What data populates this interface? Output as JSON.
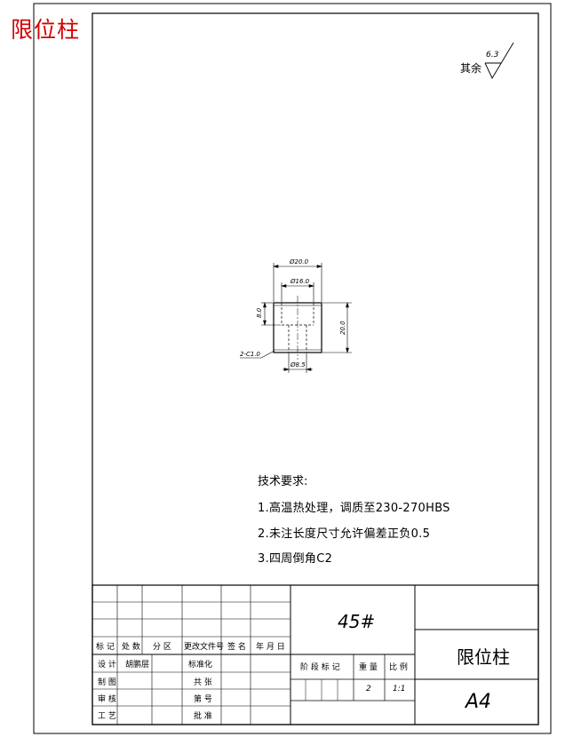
{
  "header": {
    "part_name_red": "限位柱"
  },
  "surface_finish": {
    "label": "其余",
    "value": "6.3"
  },
  "drawing": {
    "dims": {
      "outer_dia": "Ø20.0",
      "counterbore_dia": "Ø16.0",
      "counterbore_depth": "8.0",
      "height": "20.0",
      "chamfer": "2-C1.0",
      "hole_dia": "Ø8.5"
    }
  },
  "tech_requirements": {
    "title": "技术要求:",
    "items": [
      "1.高温热处理，调质至230-270HBS",
      "2.未注长度尺寸允许偏差正负0.5",
      "3.四周倒角C2"
    ]
  },
  "title_block": {
    "material": "45#",
    "part_name": "限位柱",
    "format": "A4",
    "labels": {
      "mark": "标 记",
      "count": "处 数",
      "zone": "分 区",
      "change_doc": "更改文件号",
      "sign": "签 名",
      "date": "年 月 日",
      "design": "设 计",
      "designer": "胡鹏层",
      "standardize": "标准化",
      "draw": "制 图",
      "count_check": "共 张",
      "audit": "审 核",
      "sheet_no": "第 号",
      "process": "工 艺",
      "approve": "批 准",
      "stage_mark": "阶 段 标 记",
      "weight": "重 量",
      "scale": "比 例"
    },
    "weight_value": "2",
    "scale_value": "1:1"
  }
}
